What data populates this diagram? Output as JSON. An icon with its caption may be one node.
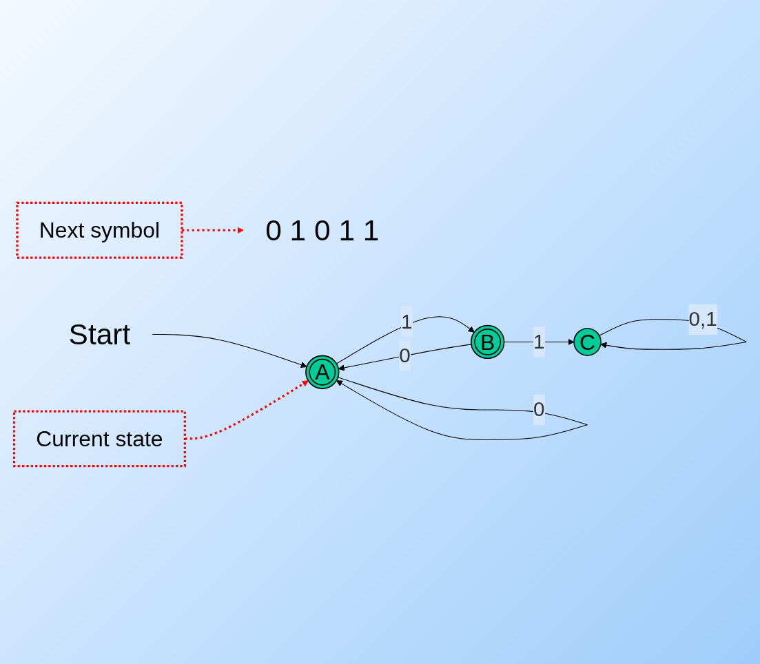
{
  "diagram": {
    "nodes": [
      {
        "text": [
          "0 1 0 1 1"
        ]
      },
      {
        "text": [
          "Next symbol"
        ]
      },
      {
        "text": [
          "A"
        ]
      },
      {
        "text": [
          "B"
        ]
      },
      {
        "text": [
          "C"
        ]
      },
      {
        "text": [
          "Start"
        ]
      },
      {
        "text": [
          "Current state"
        ]
      }
    ],
    "edges": [
      {
        "from": 1,
        "to": 0,
        "arrow": "to",
        "style": "dashed",
        "color": "#ff0000"
      },
      {
        "from": 2,
        "to": 2,
        "arrow": "to",
        "label": "0"
      },
      {
        "from": 2,
        "to": 3,
        "arrow": "to",
        "label": "1"
      },
      {
        "from": 3,
        "to": 4,
        "arrow": "to",
        "label": "1"
      },
      {
        "from": 4,
        "to": 4,
        "arrow": "to",
        "label": "0,1"
      },
      {
        "from": 3,
        "to": 2,
        "arrow": "to",
        "label": "0"
      },
      {
        "from": 5,
        "to": 2,
        "arrow": "to"
      },
      {
        "from": 6,
        "to": 2,
        "arrow": "to",
        "style": "dashed",
        "color": "#ff0000"
      }
    ]
  }
}
